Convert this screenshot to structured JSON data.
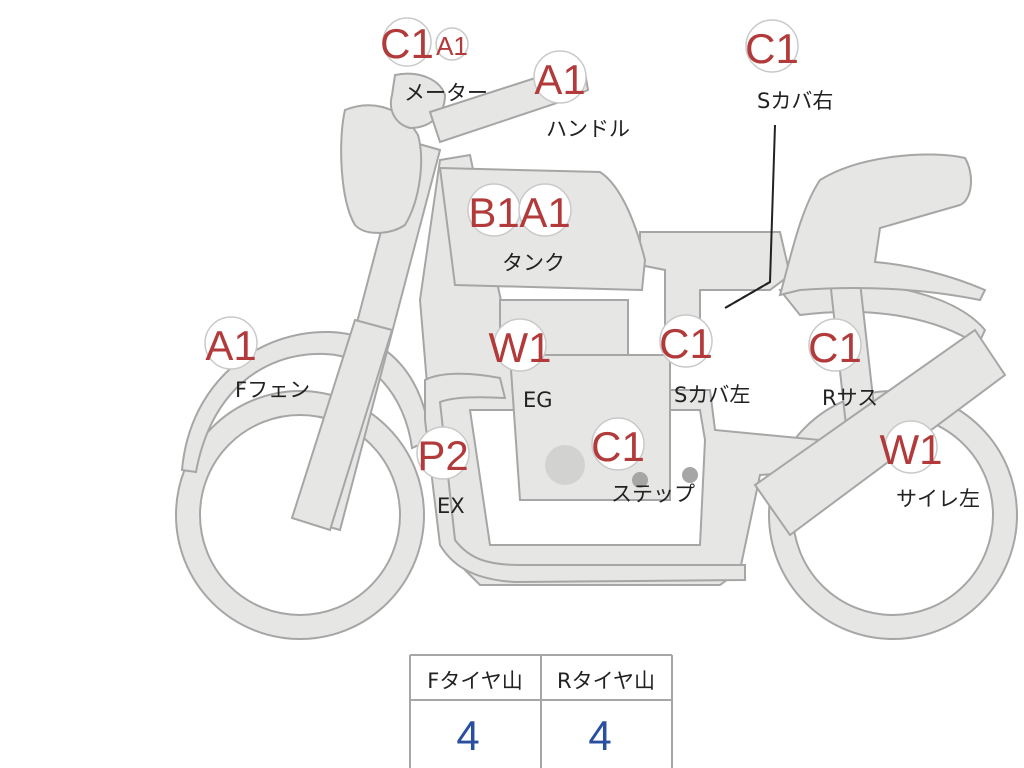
{
  "colors": {
    "badge_code": "#b23a3a",
    "label_text": "#222222",
    "body_fill": "#e6e6e4",
    "outline": "#a6a6a6",
    "table_value": "#2a4fa0"
  },
  "annotations": {
    "meter": {
      "codes": [
        "C1",
        "A1"
      ],
      "label": "メーター"
    },
    "handle": {
      "codes": [
        "A1"
      ],
      "label": "ハンドル"
    },
    "side_cover_right": {
      "codes": [
        "C1"
      ],
      "label": "Sカバ右"
    },
    "tank": {
      "codes": [
        "B1",
        "A1"
      ],
      "label": "タンク"
    },
    "front_fender": {
      "codes": [
        "A1"
      ],
      "label": "Fフェン"
    },
    "engine": {
      "codes": [
        "W1"
      ],
      "label": "EG"
    },
    "side_cover_left": {
      "codes": [
        "C1"
      ],
      "label": "Sカバ左"
    },
    "rear_suspension": {
      "codes": [
        "C1"
      ],
      "label": "Rサス"
    },
    "exhaust": {
      "codes": [
        "P2"
      ],
      "label": "EX"
    },
    "step": {
      "codes": [
        "C1"
      ],
      "label": "ステップ"
    },
    "silencer_left": {
      "codes": [
        "W1"
      ],
      "label": "サイレ左"
    }
  },
  "tire_table": {
    "headers": [
      "Fタイヤ山",
      "Rタイヤ山"
    ],
    "values": [
      "4",
      "4"
    ]
  }
}
